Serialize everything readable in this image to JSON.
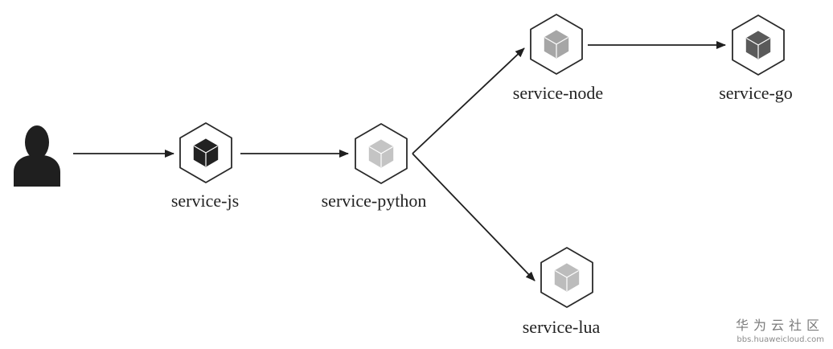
{
  "nodes": {
    "user": {
      "icon": "user-icon"
    },
    "service_js": {
      "label": "service-js",
      "icon": "service-cube-icon",
      "cube_color": "#222222"
    },
    "service_python": {
      "label": "service-python",
      "icon": "service-cube-icon",
      "cube_color": "#c4c4c4"
    },
    "service_node": {
      "label": "service-node",
      "icon": "service-cube-icon",
      "cube_color": "#a6a6a6"
    },
    "service_go": {
      "label": "service-go",
      "icon": "service-cube-icon",
      "cube_color": "#5a5a5a"
    },
    "service_lua": {
      "label": "service-lua",
      "icon": "service-cube-icon",
      "cube_color": "#bcbcbc"
    }
  },
  "edges": [
    {
      "from": "user",
      "to": "service-js"
    },
    {
      "from": "service-js",
      "to": "service-python"
    },
    {
      "from": "service-python",
      "to": "service-node"
    },
    {
      "from": "service-node",
      "to": "service-go"
    },
    {
      "from": "service-python",
      "to": "service-lua"
    }
  ],
  "watermark": {
    "title": "华为云社区",
    "url": "bbs.huaweicloud.com"
  }
}
